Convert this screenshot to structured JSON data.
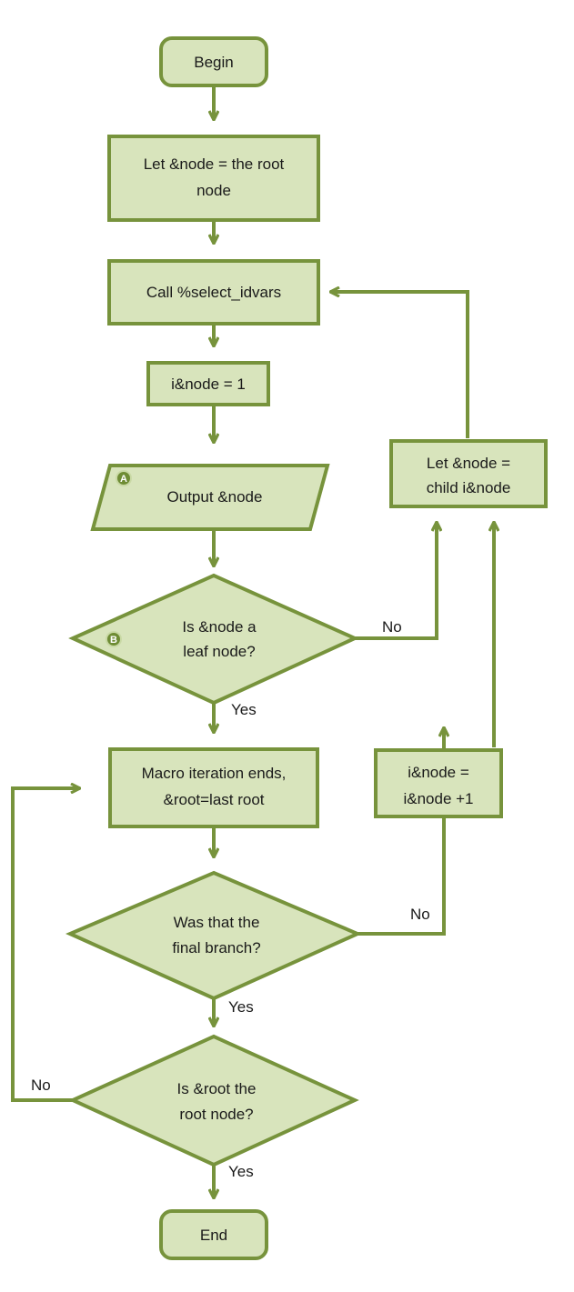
{
  "colors": {
    "stroke": "#77933c",
    "fill": "#d8e4bc",
    "marker": "#6e8c34"
  },
  "nodes": {
    "begin": {
      "shape": "rounded-rectangle",
      "lines": [
        "Begin"
      ]
    },
    "let_root": {
      "shape": "rectangle",
      "lines": [
        "Let &node = the root",
        "node"
      ]
    },
    "call_select": {
      "shape": "rectangle",
      "lines": [
        "Call %select_idvars"
      ]
    },
    "init_i": {
      "shape": "rectangle",
      "lines": [
        "i&node = 1"
      ]
    },
    "output": {
      "shape": "parallelogram",
      "lines": [
        "Output &node"
      ],
      "marker": "A"
    },
    "is_leaf": {
      "shape": "diamond",
      "lines": [
        "Is &node a",
        "leaf node?"
      ],
      "marker": "B"
    },
    "let_child": {
      "shape": "rectangle",
      "lines": [
        "Let &node =",
        "child i&node"
      ]
    },
    "iter_ends": {
      "shape": "rectangle",
      "lines": [
        "Macro iteration ends,",
        "&root=last root"
      ]
    },
    "incr_i": {
      "shape": "rectangle",
      "lines": [
        "i&node =",
        "i&node +1"
      ]
    },
    "final_branch": {
      "shape": "diamond",
      "lines": [
        "Was that the",
        "final branch?"
      ]
    },
    "is_root": {
      "shape": "diamond",
      "lines": [
        "Is &root the",
        "root node?"
      ]
    },
    "end": {
      "shape": "rounded-rectangle",
      "lines": [
        "End"
      ]
    }
  },
  "edges": {
    "leaf_no": "No",
    "leaf_yes": "Yes",
    "final_no": "No",
    "final_yes": "Yes",
    "root_no": "No",
    "root_yes": "Yes"
  }
}
